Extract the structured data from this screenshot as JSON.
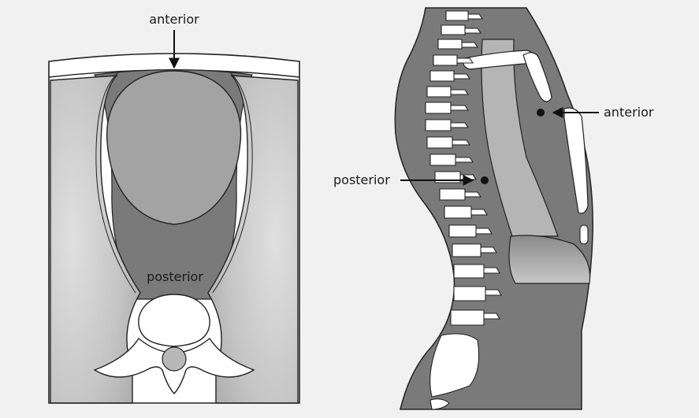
{
  "panels": {
    "axial": {
      "label_anterior": "anterior",
      "label_posterior": "posterior"
    },
    "sagittal": {
      "label_anterior": "anterior",
      "label_posterior": "posterior"
    }
  },
  "colors": {
    "background": "#f1f1f1",
    "mediastinum": "#7a7a7a",
    "lung": "#b5b5b5",
    "heart": "#a3a3a3",
    "bone": "#ffffff",
    "outline": "#222222"
  }
}
